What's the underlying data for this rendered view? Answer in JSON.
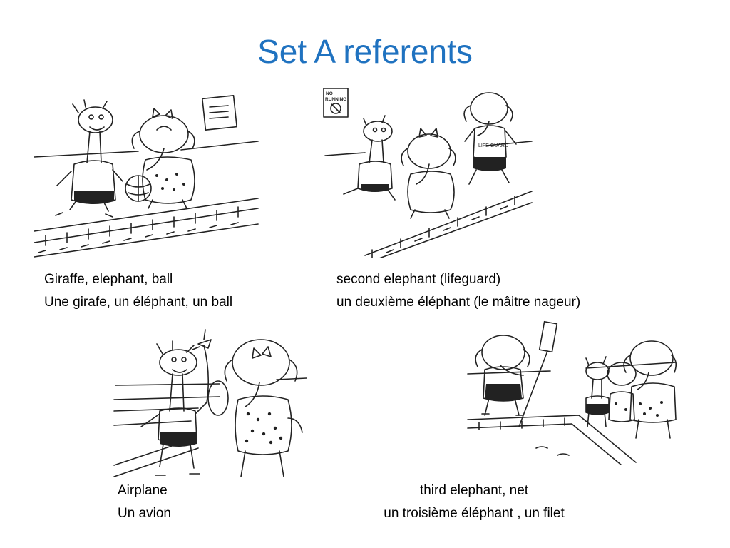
{
  "slide": {
    "title": "Set A referents",
    "panels": [
      {
        "caption_en": "Giraffe, elephant, ball",
        "caption_fr": "Une girafe, un éléphant, un ball"
      },
      {
        "caption_en": "second elephant (lifeguard)",
        "caption_fr": "un deuxième éléphant (le mâitre nageur)",
        "sign_text": [
          "NO",
          "RUNNING"
        ],
        "shirt_text": "LIFE GUARD"
      },
      {
        "caption_en": "Airplane",
        "caption_fr": "Un avion"
      },
      {
        "caption_en": "third elephant, net",
        "caption_fr": "un troisième éléphant , un filet"
      }
    ]
  },
  "colors": {
    "title": "#1f72c0",
    "ink": "#222222",
    "text": "#000000"
  }
}
